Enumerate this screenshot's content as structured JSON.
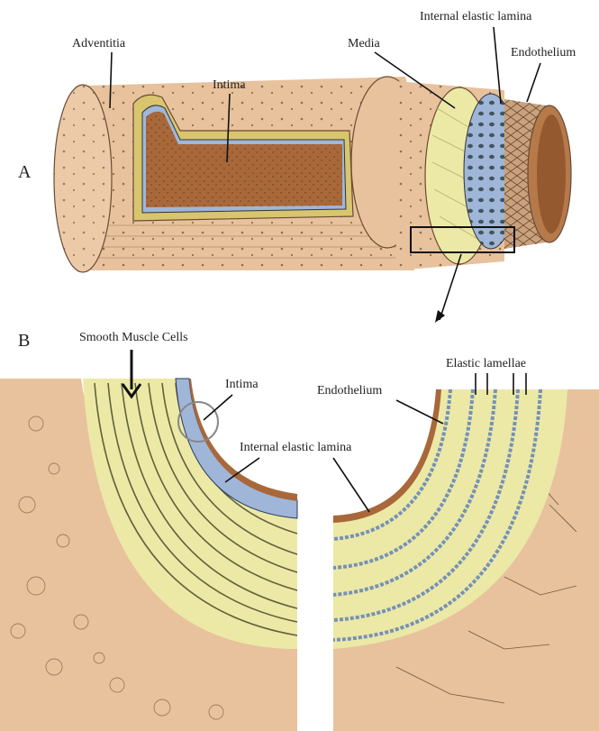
{
  "panel_a": {
    "letter": "A",
    "labels": {
      "adventitia": "Adventitia",
      "intima": "Intima",
      "media": "Media",
      "internal_elastic_lamina": "Internal elastic lamina",
      "endothelium": "Endothelium"
    }
  },
  "panel_b": {
    "letter": "B",
    "labels": {
      "smooth_muscle_cells": "Smooth Muscle Cells",
      "intima": "Intima",
      "endothelium": "Endothelium",
      "internal_elastic_lamina": "Internal elastic lamina",
      "elastic_lamellae": "Elastic lamellae"
    }
  },
  "colors": {
    "adventitia": "#e8c29d",
    "media": "#ece9a6",
    "elastic": "#9fb6d9",
    "intima_lumen": "#a8683a",
    "muscle": "#4a4a2a"
  }
}
